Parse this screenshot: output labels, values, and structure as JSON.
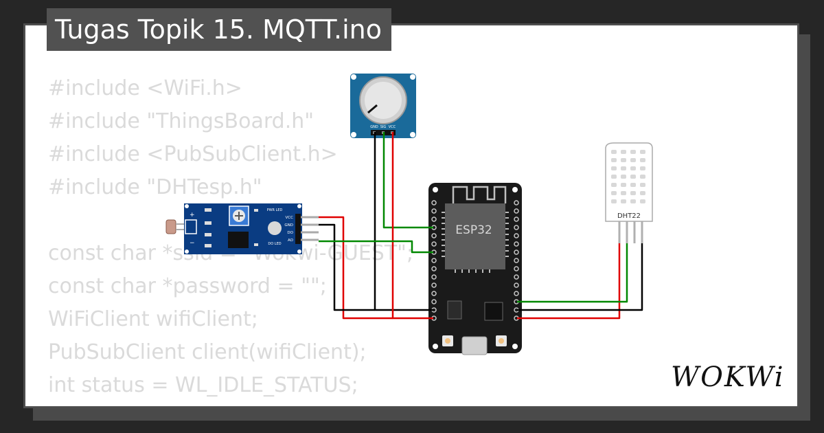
{
  "title": "Tugas Topik 15. MQTT.ino",
  "code_lines": [
    "#include <WiFi.h>",
    "#include \"ThingsBoard.h\"",
    "#include <PubSubClient.h>",
    "#include \"DHTesp.h\"",
    "",
    "const char *ssid = \"Wokwi-GUEST\";",
    "const char *password = \"\";",
    "WiFiClient wifiClient;",
    "PubSubClient client(wifiClient);",
    "int status = WL_IDLE_STATUS;"
  ],
  "parts": {
    "esp32": {
      "label": "ESP32"
    },
    "dht22": {
      "label": "DHT22"
    },
    "pot": {
      "pins": [
        "GND",
        "SIG",
        "VCC"
      ]
    },
    "ldr": {
      "pins": [
        "VCC",
        "GND",
        "DO",
        "AO"
      ],
      "pwr_label": "PWR LED",
      "do_label": "DO LED"
    }
  },
  "brand": "WOKWi",
  "colors": {
    "page_bg": "#262626",
    "card_bg": "#ffffff",
    "title_bg": "#515151",
    "code_text": "#dadada",
    "board_black": "#1a1a1a",
    "pcb_blue": "#0a3c82",
    "pot_blue": "#1a6a9a",
    "wire_red": "#e00000",
    "wire_green": "#008800",
    "wire_black": "#000000"
  }
}
